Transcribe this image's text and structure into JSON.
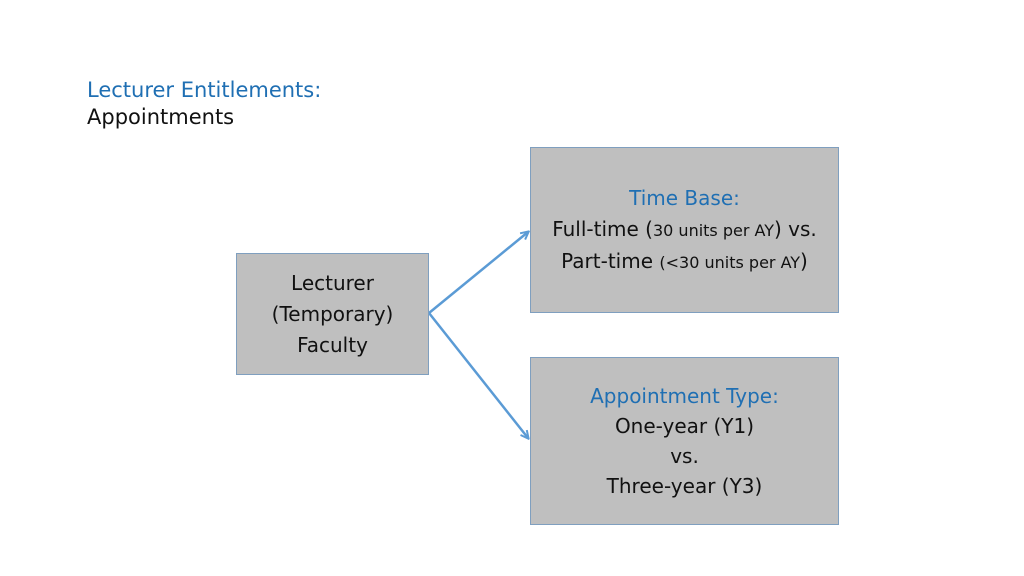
{
  "title": {
    "heading": "Lecturer Entitlements:",
    "subheading": "Appointments"
  },
  "source": {
    "lines": [
      "Lecturer",
      "(Temporary)",
      "Faculty"
    ]
  },
  "time_base": {
    "heading": "Time Base:",
    "full_time_label": "Full-time (",
    "full_time_detail": "30 units per AY",
    "full_time_suffix": ") vs.",
    "part_time_label": "Part-time ",
    "part_time_detail": "(<30 units per AY",
    "part_time_suffix": ")"
  },
  "appointment_type": {
    "heading": "Appointment Type:",
    "lines": [
      "One-year (Y1)",
      "vs.",
      "Three-year (Y3)"
    ]
  },
  "colors": {
    "accent": "#1f6fb3",
    "box_fill": "#bfbfbf",
    "arrow": "#5b9bd5"
  }
}
